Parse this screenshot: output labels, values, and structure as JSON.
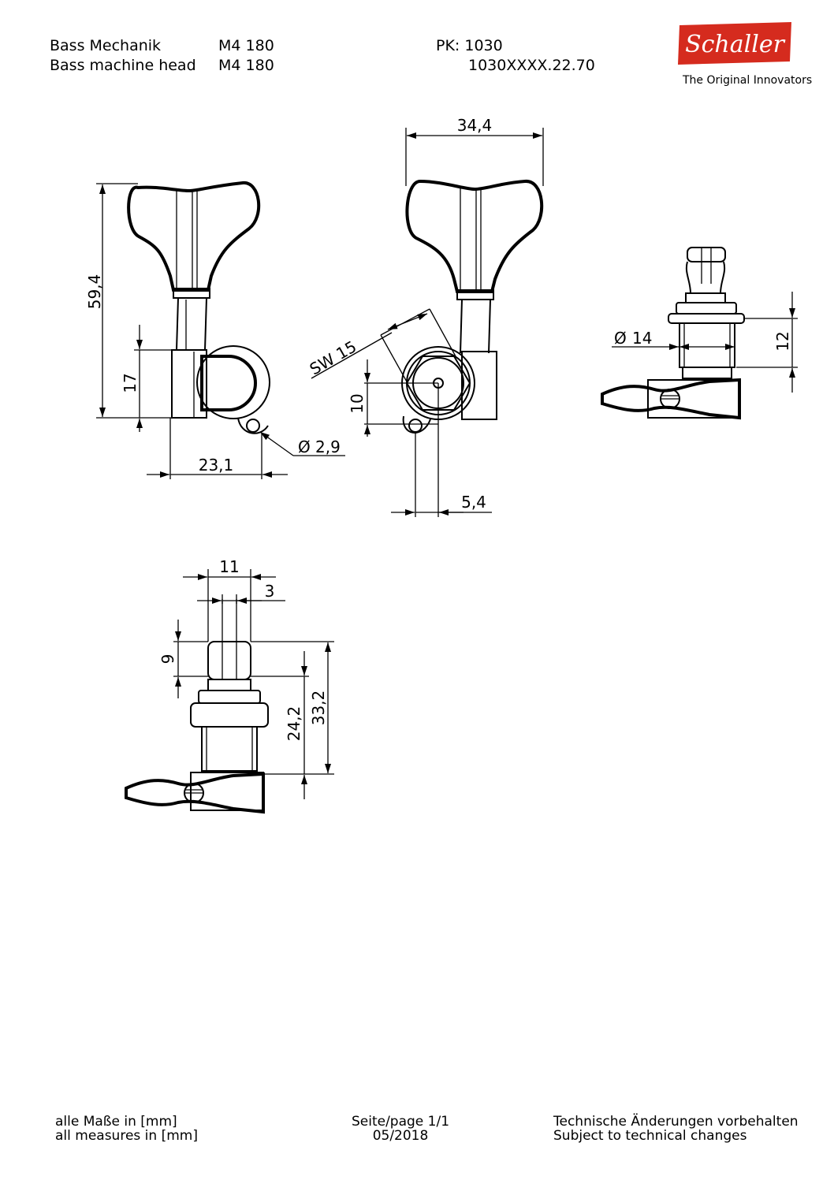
{
  "header": {
    "title_de": "Bass Mechanik",
    "title_en": "Bass machine head",
    "model_de": "M4 180",
    "model_en": "M4 180",
    "pk": "PK: 1030",
    "part_number": "1030XXXX.22.70"
  },
  "logo": {
    "brand": "Schaller",
    "tagline": "The Original Innovators",
    "color": "#d52b1e"
  },
  "dimensions": {
    "knob_width": "34,4",
    "height": "59,4",
    "housing_height": "17",
    "hole_diameter": "2,9",
    "housing_width": "23,1",
    "wrench_size": "SW 15",
    "bushing_offset": "10",
    "center_offset": "5,4",
    "post_diameter": "14",
    "bushing_height": "12",
    "post_width": "11",
    "slot_width": "3",
    "slot_depth": "9",
    "post_height_short": "24,2",
    "post_height_total": "33,2",
    "diameter_symbol": "Ø"
  },
  "footer": {
    "units_de": "alle Maße in [mm]",
    "units_en": "all measures in [mm]",
    "page": "Seite/page 1/1",
    "date": "05/2018",
    "notice_de": "Technische Änderungen vorbehalten",
    "notice_en": "Subject to technical changes"
  }
}
